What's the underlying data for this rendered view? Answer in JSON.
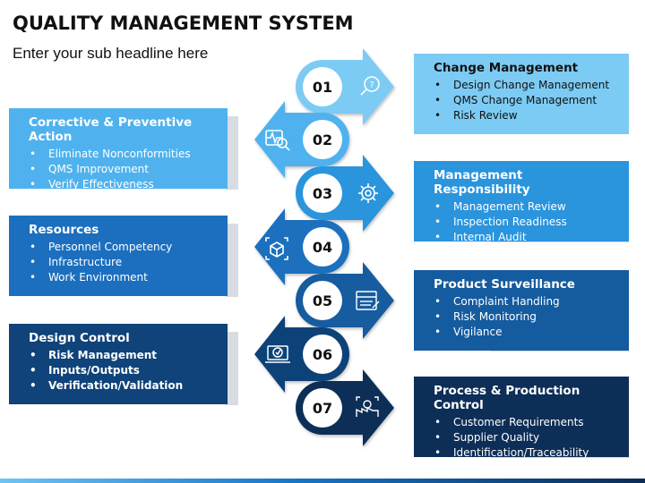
{
  "header": {
    "title": "QUALITY MANAGEMENT SYSTEM",
    "subtitle": "Enter your sub headline here"
  },
  "colors": {
    "c1": "#7ccbf4",
    "c2": "#4fb2ee",
    "c3": "#2a94dd",
    "c4": "#1c6fbe",
    "c5": "#155b9f",
    "c6": "#0f4379",
    "c7": "#0d2e57",
    "text_dark": "#111111"
  },
  "steps": [
    {
      "number": "01",
      "icon": "search-question-icon",
      "direction": "right"
    },
    {
      "number": "02",
      "icon": "pulse-magnifier-icon",
      "direction": "left"
    },
    {
      "number": "03",
      "icon": "gear-icon",
      "direction": "right"
    },
    {
      "number": "04",
      "icon": "box-scan-icon",
      "direction": "left"
    },
    {
      "number": "05",
      "icon": "test-checklist-icon",
      "direction": "right"
    },
    {
      "number": "06",
      "icon": "laptop-shield-icon",
      "direction": "left"
    },
    {
      "number": "07",
      "icon": "factory-gear-icon",
      "direction": "right"
    }
  ],
  "cards": {
    "change_management": {
      "title": "Change Management",
      "items": [
        "Design Change Management",
        "QMS Change Management",
        "Risk Review"
      ]
    },
    "corrective_preventive": {
      "title": "Corrective & Preventive Action",
      "items": [
        "Eliminate Nonconformities",
        "QMS Improvement",
        "Verify Effectiveness"
      ]
    },
    "management_responsibility": {
      "title": "Management Responsibility",
      "items": [
        "Management Review",
        "Inspection Readiness",
        "Internal Audit"
      ]
    },
    "resources": {
      "title": "Resources",
      "items": [
        "Personnel Competency",
        "Infrastructure",
        "Work Environment"
      ]
    },
    "product_surveillance": {
      "title": "Product Surveillance",
      "items": [
        "Complaint Handling",
        "Risk Monitoring",
        "Vigilance"
      ]
    },
    "design_control": {
      "title": "Design Control",
      "items": [
        "Risk Management",
        "Inputs/Outputs",
        "Verification/Validation"
      ]
    },
    "process_production": {
      "title": "Process & Production Control",
      "items": [
        "Customer Requirements",
        "Supplier Quality",
        "Identification/Traceability"
      ]
    }
  }
}
